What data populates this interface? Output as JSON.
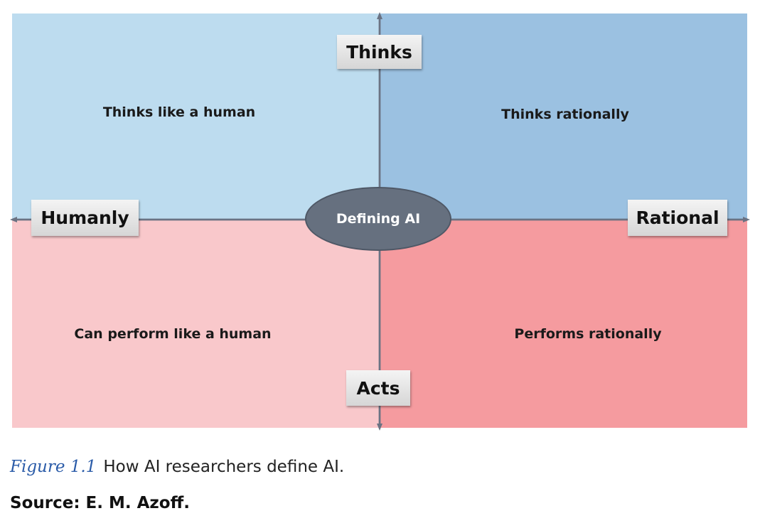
{
  "diagram": {
    "center_label": "Defining AI",
    "axes": {
      "top": "Thinks",
      "bottom": "Acts",
      "left": "Humanly",
      "right": "Rational"
    },
    "quadrants": {
      "top_left": "Thinks like a human",
      "top_right": "Thinks rationally",
      "bottom_left": "Can perform like a human",
      "bottom_right": "Performs rationally"
    },
    "colors": {
      "top_left": "#bddcef",
      "top_right": "#9bc1e1",
      "bottom_left": "#f9c8cb",
      "bottom_right": "#f59b9f",
      "axis_line": "#6b7383",
      "center_fill": "#66707f"
    }
  },
  "caption": {
    "figure_number": "Figure 1.1",
    "text": "How AI researchers define AI."
  },
  "source": "Source: E. M. Azoff."
}
